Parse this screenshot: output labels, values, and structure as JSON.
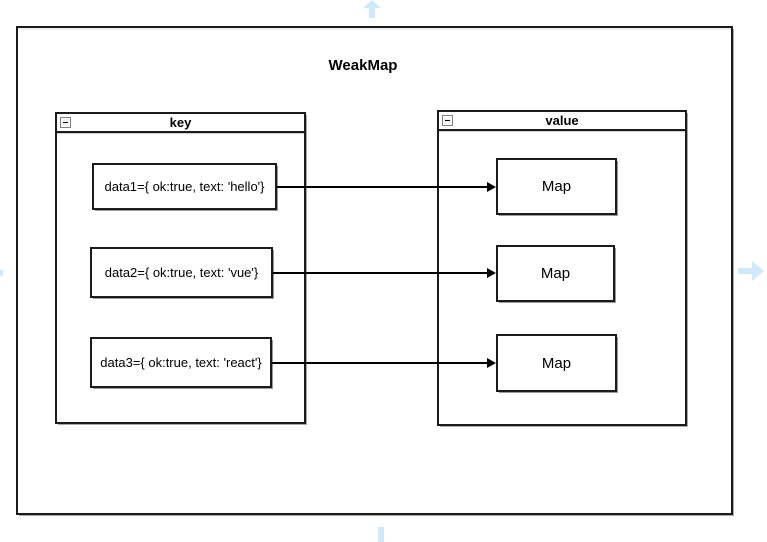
{
  "diagram": {
    "title": "WeakMap",
    "key_container": {
      "label": "key",
      "collapse_icon": "minus",
      "items": [
        "data1={ ok:true, text: 'hello'}",
        "data2={ ok:true, text: 'vue'}",
        "data3={ ok:true, text: 'react'}"
      ]
    },
    "value_container": {
      "label": "value",
      "collapse_icon": "minus",
      "items": [
        "Map",
        "Map",
        "Map"
      ]
    },
    "connections": [
      {
        "from": "data1",
        "to": "Map-1"
      },
      {
        "from": "data2",
        "to": "Map-2"
      },
      {
        "from": "data3",
        "to": "Map-3"
      }
    ],
    "colors": {
      "stroke": "#1b1b1b",
      "shadow": "#9a9a9a",
      "background": "#ffffff",
      "nav_arrow": "#cfe9fa"
    }
  }
}
